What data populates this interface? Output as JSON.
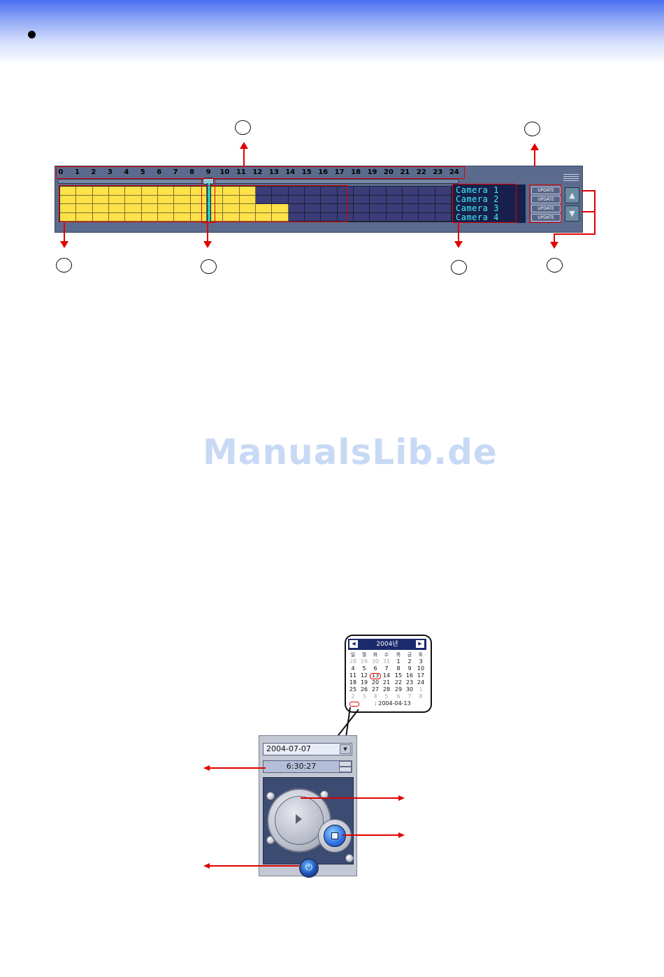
{
  "watermark": "ManualsLib.de",
  "timeline": {
    "hours": [
      "0",
      "1",
      "2",
      "3",
      "4",
      "5",
      "6",
      "7",
      "8",
      "9",
      "10",
      "11",
      "12",
      "13",
      "14",
      "15",
      "16",
      "17",
      "18",
      "19",
      "20",
      "21",
      "22",
      "23",
      "24"
    ],
    "cameras": [
      "Camera 1",
      "Camera 2",
      "Camera 3",
      "Camera 4"
    ],
    "update_label": "UPDATE",
    "scroll_up_icon": "triangle-up-icon",
    "scroll_down_icon": "triangle-down-icon",
    "colors": {
      "recorded": "#ffe14a",
      "empty": "#3b3c78",
      "cursor": "#2cc9b6",
      "camera_text": "#3ff3ff",
      "annotation": "#e00000"
    }
  },
  "calendar": {
    "header": "2004년",
    "weekdays": [
      "일",
      "월",
      "화",
      "수",
      "목",
      "금",
      "토"
    ],
    "weeks": [
      [
        "28",
        "29",
        "30",
        "31",
        "1",
        "2",
        "3"
      ],
      [
        "4",
        "5",
        "6",
        "7",
        "8",
        "9",
        "10"
      ],
      [
        "11",
        "12",
        "13",
        "14",
        "15",
        "16",
        "17"
      ],
      [
        "18",
        "19",
        "20",
        "21",
        "22",
        "23",
        "24"
      ],
      [
        "25",
        "26",
        "27",
        "28",
        "29",
        "30",
        "1"
      ],
      [
        "2",
        "3",
        "4",
        "5",
        "6",
        "7",
        "8"
      ]
    ],
    "today_text": ": 2004-04-13"
  },
  "player": {
    "date": "2004-07-07",
    "time": "6:30:27",
    "icons": {
      "play": "play-icon",
      "stop": "stop-icon",
      "power": "power-icon",
      "dropdown": "chevron-down-icon"
    }
  }
}
